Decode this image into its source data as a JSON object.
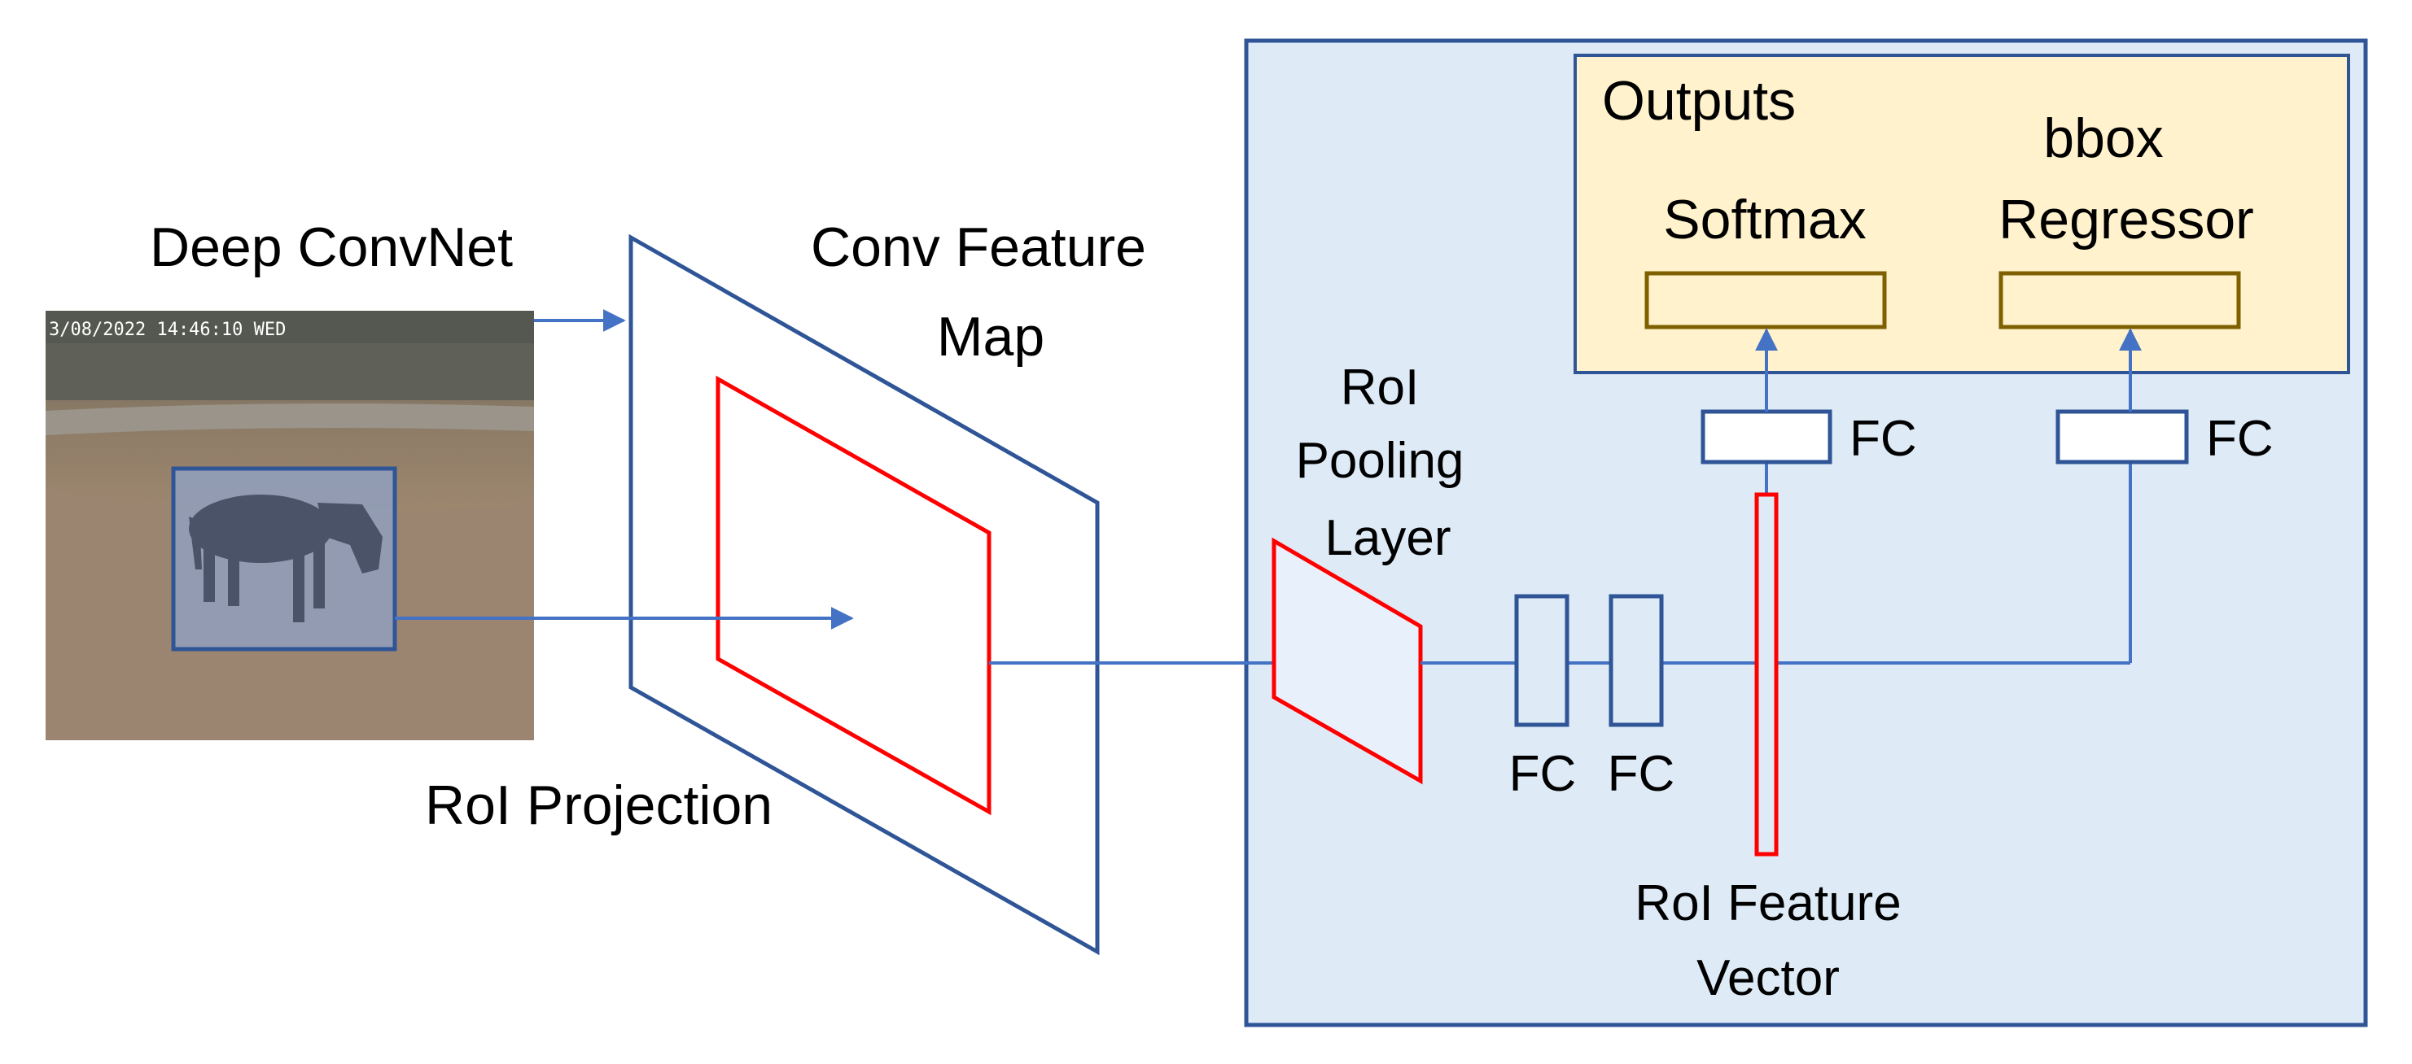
{
  "labels": {
    "deep_convnet": "Deep ConvNet",
    "conv_feature_map_line1": "Conv Feature",
    "conv_feature_map_line2": "Map",
    "roi_projection": "RoI Projection",
    "roi_pooling_line1": "RoI",
    "roi_pooling_line2": "Pooling",
    "roi_pooling_line3": "Layer",
    "fc_1": "FC",
    "fc_2": "FC",
    "fc_3": "FC",
    "fc_4": "FC",
    "roi_feature_vector_line1": "RoI Feature",
    "roi_feature_vector_line2": "Vector",
    "outputs": "Outputs",
    "softmax": "Softmax",
    "bbox_line1": "bbox",
    "bbox_line2": "Regressor"
  },
  "photo": {
    "timestamp": "3/08/2022 14:46:10 WED"
  },
  "colors": {
    "network_blue": "#4472C4",
    "dark_blue": "#2F5597",
    "roi_red": "#FF0000",
    "panel_fill": "#DEEBF7",
    "outputs_fill": "#FFF2CC",
    "output_slot_border": "#7F6000",
    "pooling_fill": "#E8F1FB"
  }
}
